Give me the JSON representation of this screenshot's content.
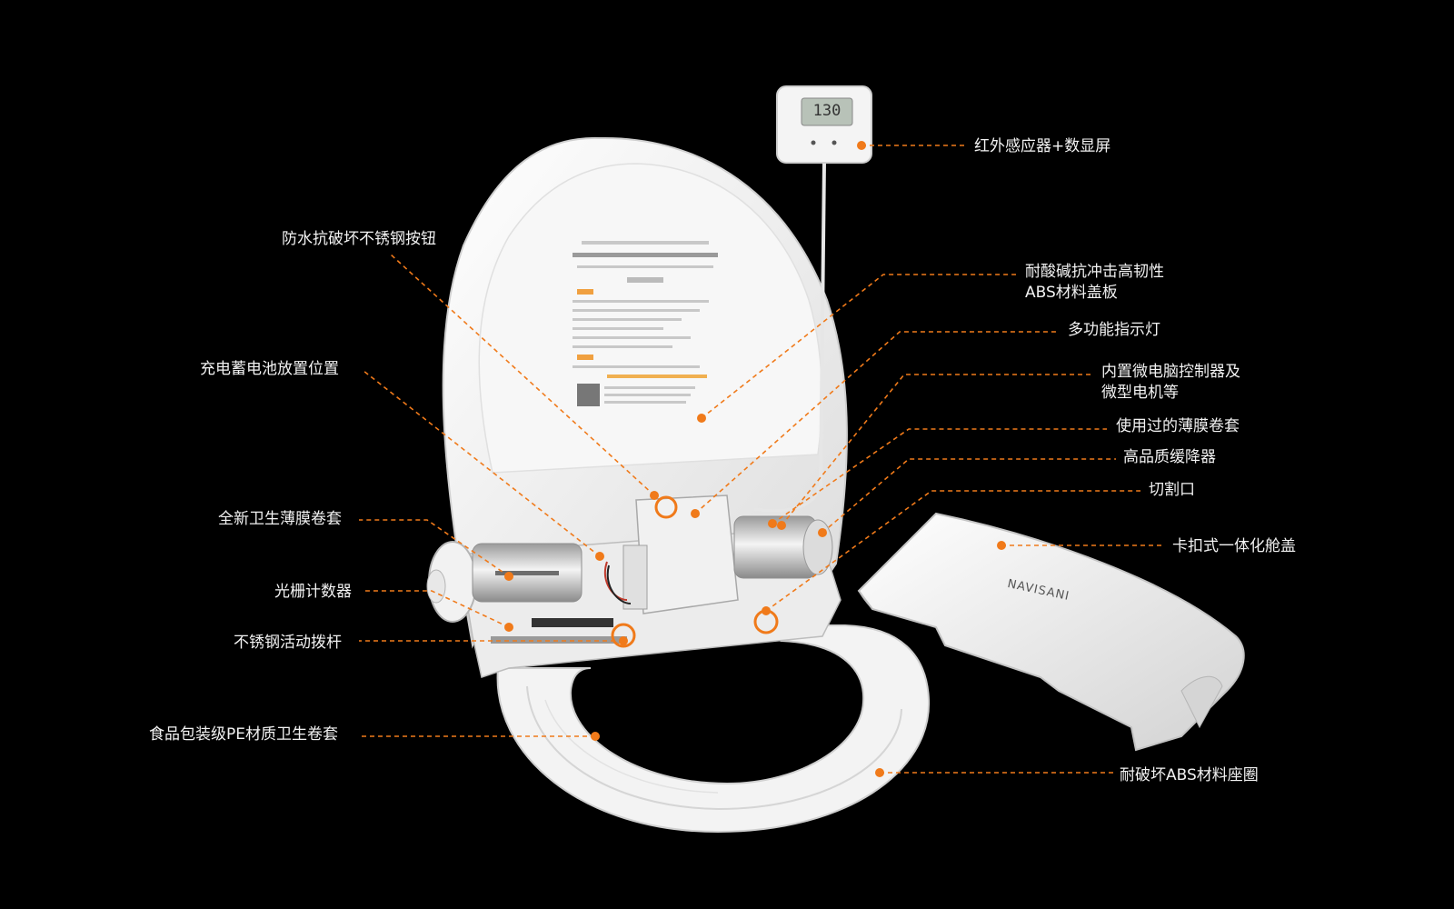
{
  "device": {
    "display_reading": "130",
    "brand_logo": "NAVISANI"
  },
  "callouts": [
    {
      "id": "infrared-sensor",
      "text": "红外感应器+数显屏",
      "side": "right"
    },
    {
      "id": "stainless-button",
      "text": "防水抗破坏不锈钢按钮",
      "side": "left"
    },
    {
      "id": "abs-cover",
      "text": "耐酸碱抗冲击高韧性\nABS材料盖板",
      "side": "right"
    },
    {
      "id": "indicator",
      "text": "多功能指示灯",
      "side": "right"
    },
    {
      "id": "battery",
      "text": "充电蓄电池放置位置",
      "side": "left"
    },
    {
      "id": "controller",
      "text": "内置微电脑控制器及\n微型电机等",
      "side": "right"
    },
    {
      "id": "used-film",
      "text": "使用过的薄膜卷套",
      "side": "right"
    },
    {
      "id": "damper",
      "text": "高品质缓降器",
      "side": "right"
    },
    {
      "id": "cut-slot",
      "text": "切割口",
      "side": "right"
    },
    {
      "id": "new-film",
      "text": "全新卫生薄膜卷套",
      "side": "left"
    },
    {
      "id": "snap-cover",
      "text": "卡扣式一体化舱盖",
      "side": "right"
    },
    {
      "id": "grating-counter",
      "text": "光栅计数器",
      "side": "left"
    },
    {
      "id": "lever",
      "text": "不锈钢活动拨杆",
      "side": "left"
    },
    {
      "id": "pe-film",
      "text": "食品包装级PE材质卫生卷套",
      "side": "left"
    },
    {
      "id": "abs-seat",
      "text": "耐破坏ABS材料座圈",
      "side": "right"
    }
  ],
  "colors": {
    "background": "#000000",
    "accent": "#f07a1a",
    "product": "#f4f4f4",
    "text": "#f2f2f2"
  }
}
